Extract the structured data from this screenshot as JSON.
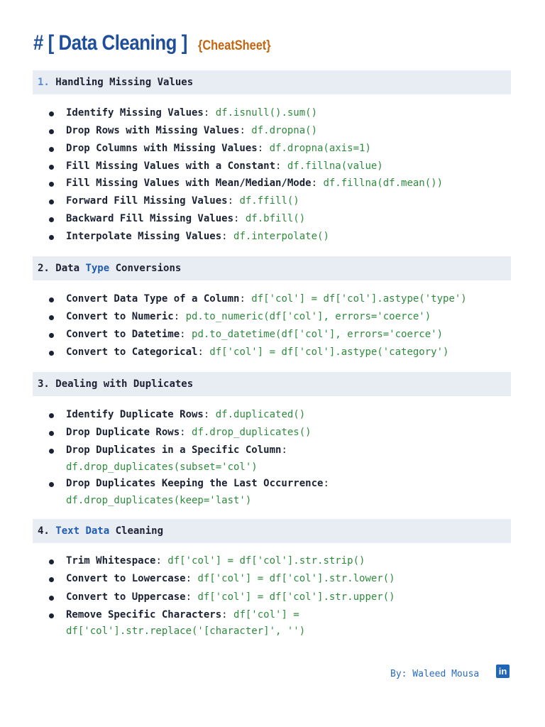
{
  "title": {
    "main": "# [ Data Cleaning ]",
    "tag": "{CheatSheet}"
  },
  "sections": [
    {
      "number": "1.",
      "heading": "Handling Missing Values",
      "items": [
        {
          "label": "Identify Missing Values",
          "code": "df.isnull().sum()"
        },
        {
          "label": "Drop Rows with Missing Values",
          "code": "df.dropna()"
        },
        {
          "label": "Drop Columns with Missing Values",
          "code": "df.dropna(axis=1)"
        },
        {
          "label": "Fill Missing Values with a Constant",
          "code": "df.fillna(value)"
        },
        {
          "label": "Fill Missing Values with Mean/Median/Mode",
          "code": "df.fillna(df.mean())"
        },
        {
          "label": "Forward Fill Missing Values",
          "code": "df.ffill()"
        },
        {
          "label": "Backward Fill Missing Values",
          "code": "df.bfill()"
        },
        {
          "label": "Interpolate Missing Values",
          "code": "df.interpolate()"
        }
      ]
    },
    {
      "number": "2.",
      "heading_pre": "Data ",
      "heading_kw": "Type",
      "heading_post": " Conversions",
      "items": [
        {
          "label": "Convert Data Type of a Column",
          "code": "df['col'] = df['col'].astype('type')"
        },
        {
          "label": "Convert to Numeric",
          "code": "pd.to_numeric(df['col'], errors='coerce')"
        },
        {
          "label": "Convert to Datetime",
          "code": "pd.to_datetime(df['col'], errors='coerce')"
        },
        {
          "label": "Convert to Categorical",
          "code": "df['col'] = df['col'].astype('category')"
        }
      ]
    },
    {
      "number": "3.",
      "heading": "Dealing with Duplicates",
      "items": [
        {
          "label": "Identify Duplicate Rows",
          "code": "df.duplicated()"
        },
        {
          "label": "Drop Duplicate Rows",
          "code": "df.drop_duplicates()"
        },
        {
          "label": "Drop Duplicates in a Specific Column",
          "code": "df.drop_duplicates(subset='col')"
        },
        {
          "label": "Drop Duplicates Keeping the Last Occurrence",
          "code": "df.drop_duplicates(keep='last')"
        }
      ]
    },
    {
      "number": "4.",
      "heading_kw": "Text Data",
      "heading_post": " Cleaning",
      "items": [
        {
          "label": "Trim Whitespace",
          "code": "df['col'] = df['col'].str.strip()"
        },
        {
          "label": "Convert to Lowercase",
          "code": "df['col'] = df['col'].str.lower()"
        },
        {
          "label": "Convert to Uppercase",
          "code": "df['col'] = df['col'].str.upper()"
        },
        {
          "label": "Remove Specific Characters",
          "code_a": "df['col'] =",
          "code_b": "df['col'].str.replace('[character]', '')"
        }
      ]
    }
  ],
  "footer": {
    "author": "By: Waleed Mousa",
    "icon": "linkedin-icon",
    "icon_text": "in"
  },
  "colors": {
    "title": "#1f4e9a",
    "tag": "#c4650f",
    "code": "#2e8b3e",
    "bar": "#e8ecf3"
  }
}
